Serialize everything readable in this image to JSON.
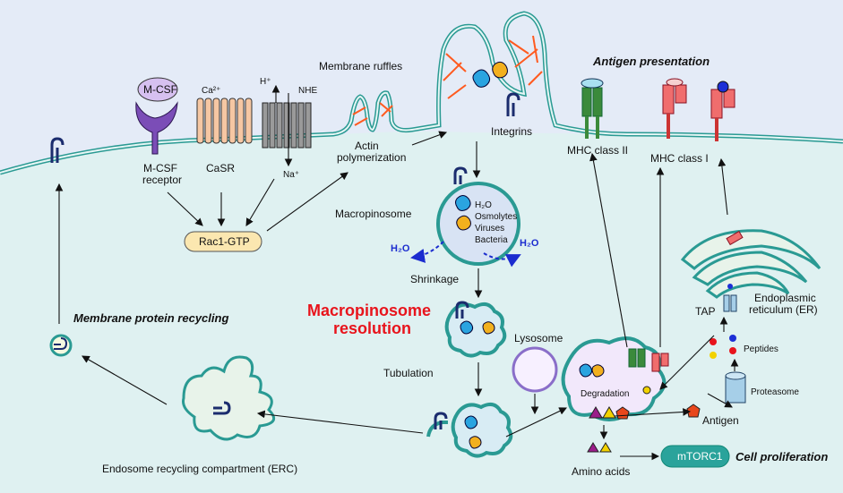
{
  "colors": {
    "cytoplasm": "#dff1f1",
    "extracellular": "#e4ebf7",
    "membrane": "#2a9a93",
    "actin": "#ff5a1f",
    "rac1_fill": "#fbe7b0",
    "mtorc1_fill": "#2aa39b",
    "macropinosome_fill": "#d8e3f4",
    "lysosome_edge": "#8a6ec9",
    "mhc1": "#f06d6d",
    "mhc2": "#3b8a3b",
    "title_red": "#e8141c",
    "water_blue": "#1b2ccf"
  },
  "labels": {
    "membrane_ruffles": "Membrane ruffles",
    "antigen_presentation": "Antigen presentation",
    "mcsf": "M-CSF",
    "ca": "Ca²⁺",
    "h": "H⁺",
    "nhe": "NHE",
    "na": "Na⁺",
    "mcsf_receptor_1": "M-CSF",
    "mcsf_receptor_2": "receptor",
    "casr": "CaSR",
    "actin_1": "Actin",
    "actin_2": "polymerization",
    "integrins": "Integrins",
    "mhc2": "MHC class II",
    "mhc1": "MHC class I",
    "rac1": "Rac1-GTP",
    "macropinosome": "Macropinosome",
    "h2o_inside": "H₂O",
    "osmolytes": "Osmolytes",
    "viruses": "Viruses",
    "bacteria": "Bacteria",
    "h2o_left": "H₂O",
    "h2o_right": "H₂O",
    "shrinkage": "Shrinkage",
    "membrane_recycling": "Membrane protein recycling",
    "resolution_1": "Macropinosome",
    "resolution_2": "resolution",
    "lysosome": "Lysosome",
    "tubulation": "Tubulation",
    "degradation": "Degradation",
    "tap": "TAP",
    "er_1": "Endoplasmic",
    "er_2": "reticulum (ER)",
    "peptides": "Peptides",
    "proteasome": "Proteasome",
    "antigen": "Antigen",
    "erc": "Endosome recycling compartment (ERC)",
    "amino_acids": "Amino acids",
    "mtorc1": "mTORC1",
    "cell_proliferation": "Cell proliferation"
  }
}
